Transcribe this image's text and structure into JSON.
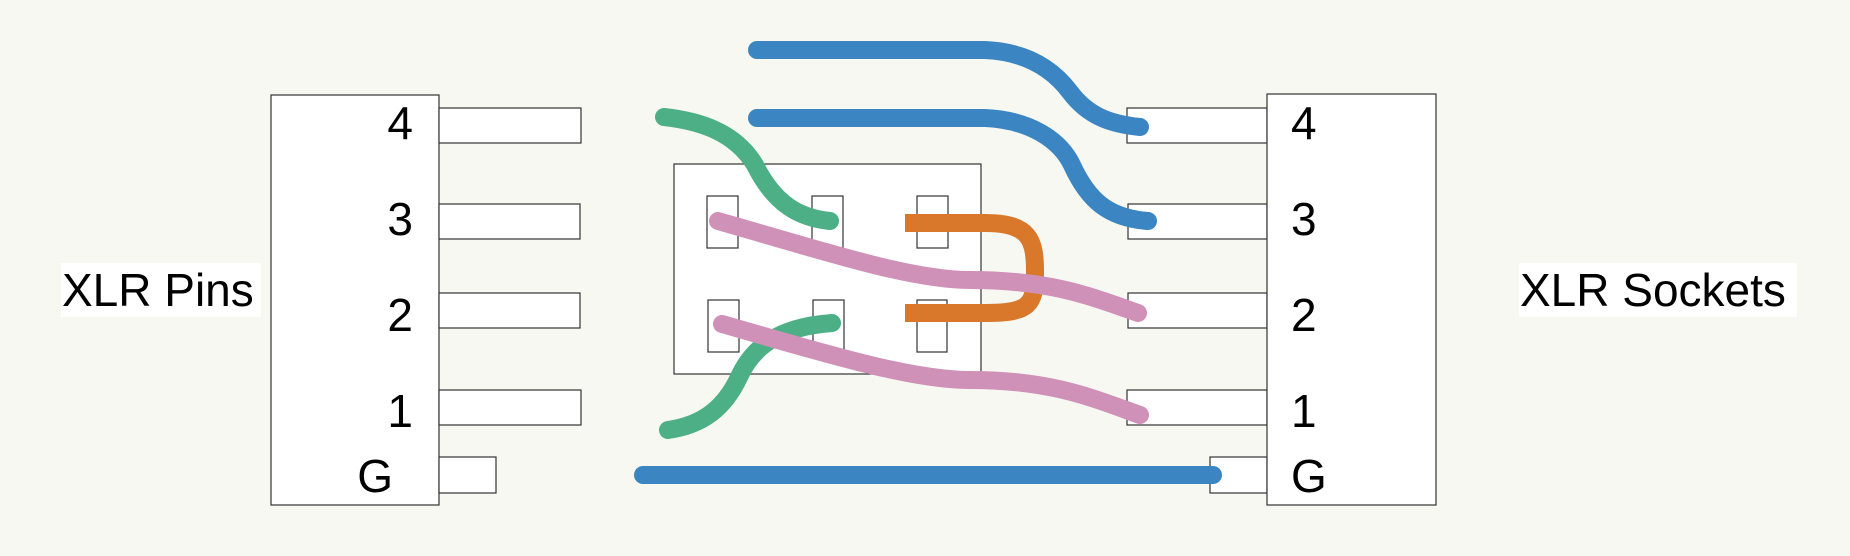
{
  "left_connector": {
    "label": "XLR Pins",
    "pins": [
      "4",
      "3",
      "2",
      "1",
      "G"
    ]
  },
  "right_connector": {
    "label": "XLR Sockets",
    "pins": [
      "4",
      "3",
      "2",
      "1",
      "G"
    ]
  },
  "switch": {
    "description_visible": false
  },
  "colors": {
    "blue": "#3b86c2",
    "green": "#4caf86",
    "pink": "#d091b8",
    "orange": "#d9782b",
    "background": "#f8f8f3"
  }
}
